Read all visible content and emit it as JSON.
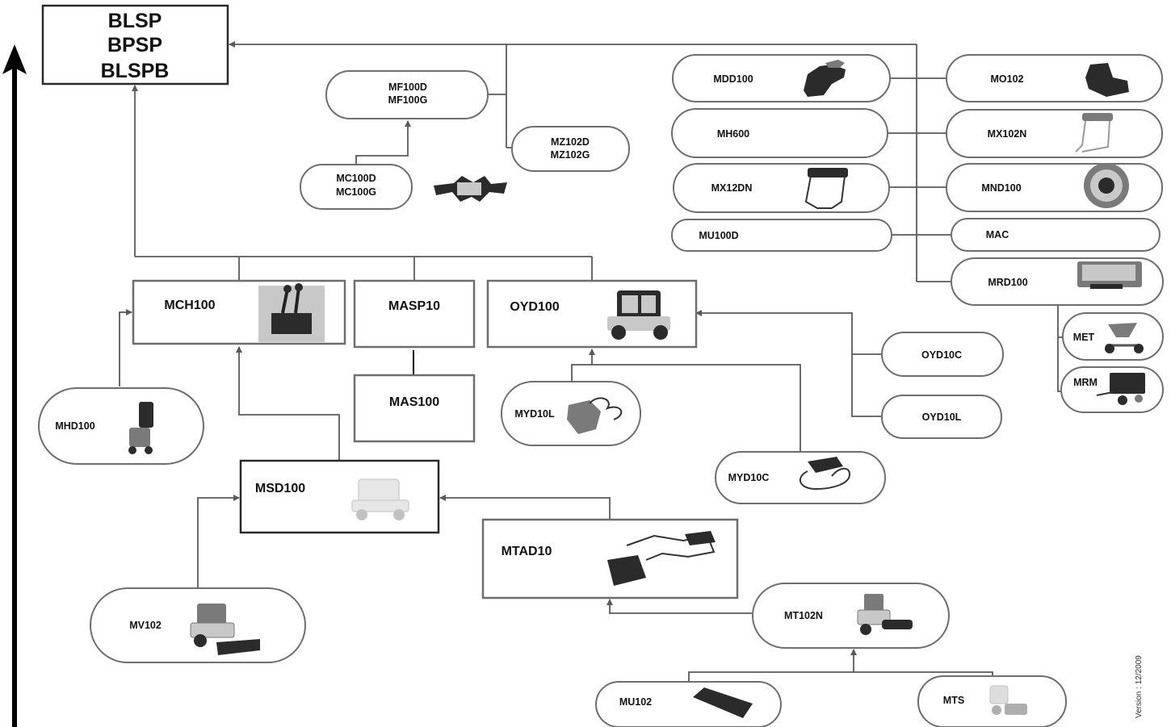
{
  "nodes": {
    "root": [
      "BLSP",
      "BPSP",
      "BLSPB"
    ],
    "mf100": [
      "MF100D",
      "MF100G"
    ],
    "mz102": [
      "MZ102D",
      "MZ102G"
    ],
    "mc100": [
      "MC100D",
      "MC100G"
    ],
    "mdd100": "MDD100",
    "mh600": "MH600",
    "mx12dn": "MX12DN",
    "mu100d": "MU100D",
    "mo102": "MO102",
    "mx102n": "MX102N",
    "mnd100": "MND100",
    "mac": "MAC",
    "mrd100": "MRD100",
    "met": "MET",
    "mrm": "MRM",
    "mch100": "MCH100",
    "masp10": "MASP10",
    "oyd100": "OYD100",
    "mas100": "MAS100",
    "oyd10c": "OYD10C",
    "oyd10l": "OYD10L",
    "myd10l": "MYD10L",
    "myd10c": "MYD10C",
    "mhd100": "MHD100",
    "msd100": "MSD100",
    "mtad10": "MTAD10",
    "mt102n": "MT102N",
    "mv102": "MV102",
    "mu102": "MU102",
    "mts": "MTS"
  },
  "version": "Version : 12/2009",
  "icons": {
    "mdd100": "seat-cover-icon",
    "mo102": "seat-icon",
    "mx102n": "roll-bar-icon",
    "mx12dn": "roll-bar-icon",
    "mnd100": "snow-chain-icon",
    "mrd100": "rear-box-icon",
    "met": "spreader-icon",
    "mrm": "trailer-icon",
    "mc100": "counterweight-bracket-icon",
    "mch100": "hydraulic-valve-icon",
    "oyd100": "cab-vehicle-icon",
    "myd10l": "light-kit-icon",
    "myd10c": "cable-kit-icon",
    "mhd100": "hydraulic-lift-icon",
    "msd100": "vehicle-icon",
    "mtad10": "front-hitch-icon",
    "mt102n": "sweeper-vehicle-icon",
    "mv102": "blade-vehicle-icon",
    "mu102": "scraper-blade-icon",
    "mts": "mower-icon"
  },
  "colors": {
    "line": "#5a5a5a",
    "border": "#6e6e6e",
    "text": "#111111"
  }
}
